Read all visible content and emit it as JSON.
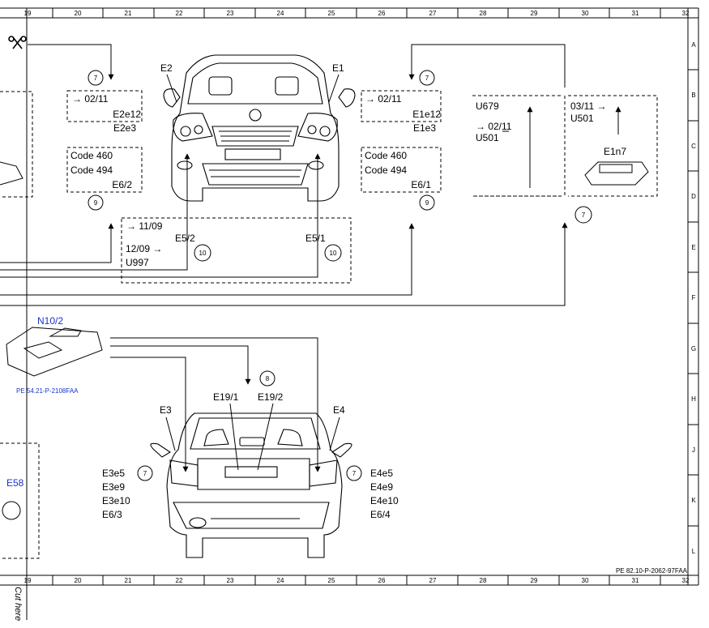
{
  "grid": {
    "top_columns": [
      "19",
      "20",
      "21",
      "22",
      "23",
      "24",
      "25",
      "26",
      "27",
      "28",
      "29",
      "30",
      "31",
      "32"
    ],
    "bottom_columns": [
      "19",
      "20",
      "21",
      "22",
      "23",
      "24",
      "25",
      "26",
      "27",
      "28",
      "29",
      "30",
      "31",
      "32"
    ],
    "rows": [
      "A",
      "B",
      "C",
      "D",
      "E",
      "F",
      "G",
      "H",
      "J",
      "K",
      "L"
    ]
  },
  "cut_here": "Cut here",
  "drawing_ref": "PE 82.10-P-2062-97FAA",
  "front_view": {
    "left_light": "E2",
    "right_light": "E1",
    "left_fog": "E5/2",
    "right_fog": "E5/1"
  },
  "rear_view": {
    "left_light": "E3",
    "right_light": "E4",
    "left_plate_light": "E19/1",
    "right_plate_light": "E19/2"
  },
  "boxes": {
    "front_left_top": {
      "line1": "→ 02/11",
      "line2": "E2e12",
      "line3": "E2e3",
      "callout": "7"
    },
    "front_right_top": {
      "line1": "→ 02/11",
      "line2": "E1e12",
      "line3": "E1e3",
      "callout": "7"
    },
    "front_left_code": {
      "line1": "Code 460",
      "line2": "Code 494",
      "line3": "E6/2",
      "callout": "9"
    },
    "front_right_code": {
      "line1": "Code 460",
      "line2": "Code 494",
      "line3": "E6/1",
      "callout": "9"
    },
    "fog_box": {
      "line1": "→ 11/09",
      "line2": "12/09 →",
      "line3": "U997",
      "callout_left": "10",
      "callout_right": "10"
    },
    "module_left": {
      "line1": "U679",
      "line2": "→ 02/11",
      "line3": "U501"
    },
    "module_right": {
      "line1": "03/11 →",
      "line2": "U501",
      "line3": "E1n7"
    },
    "module_callout": "7"
  },
  "n10": {
    "label": "N10/2",
    "ref": "PE 54.21-P-2108FAA"
  },
  "side_fragment": "E58",
  "rear_callout_top": "8",
  "rear_left_list": {
    "callout": "7",
    "items": [
      "E3e5",
      "E3e9",
      "E3e10",
      "E6/3"
    ]
  },
  "rear_right_list": {
    "callout": "7",
    "items": [
      "E4e5",
      "E4e9",
      "E4e10",
      "E6/4"
    ]
  },
  "icons": {
    "cut": "scissors-icon"
  }
}
